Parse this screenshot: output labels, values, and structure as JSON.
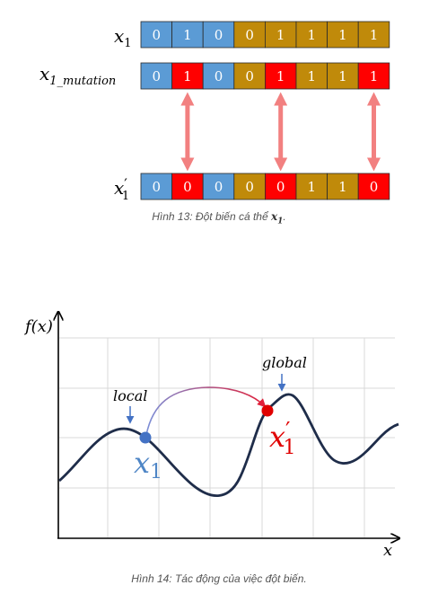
{
  "figure13": {
    "rows": [
      {
        "label_main": "x",
        "label_sub": "1",
        "label_suffix": "",
        "bits": [
          "0",
          "1",
          "0",
          "0",
          "1",
          "1",
          "1",
          "1"
        ],
        "colors": [
          "blue",
          "blue",
          "blue",
          "gold",
          "gold",
          "gold",
          "gold",
          "gold"
        ]
      },
      {
        "label_main": "x",
        "label_sub": "1_mutation",
        "label_suffix": "",
        "bits": [
          "0",
          "1",
          "0",
          "0",
          "1",
          "1",
          "1",
          "1"
        ],
        "colors": [
          "blue",
          "red",
          "blue",
          "gold",
          "red",
          "gold",
          "gold",
          "red"
        ]
      },
      {
        "label_main": "x",
        "label_sub": "1",
        "label_suffix": "′",
        "bits": [
          "0",
          "0",
          "0",
          "0",
          "0",
          "1",
          "1",
          "0"
        ],
        "colors": [
          "blue",
          "red",
          "blue",
          "gold",
          "red",
          "gold",
          "gold",
          "red"
        ]
      }
    ],
    "arrow_columns": [
      1,
      4,
      7
    ],
    "caption_text": "Hình 13: Đột biến cá thể ",
    "caption_math": "x",
    "caption_math_sub": "1",
    "caption_end": "."
  },
  "figure14": {
    "y_axis_label": "f(x)",
    "x_axis_label": "x",
    "local_label": "local",
    "global_label": "global",
    "point_x1_main": "x",
    "point_x1_sub": "1",
    "point_x1p_main": "x",
    "point_x1p_prime": "′",
    "point_x1p_sub": "1",
    "caption_text": "Hình 14: Tác động của việc đột biến."
  },
  "colors": {
    "blue": "#5b9bd5",
    "gold": "#c08a0a",
    "red": "#ff0000",
    "arrow": "#f28080",
    "curve": "#1f2d4a",
    "point_blue": "#4472c4",
    "point_red": "#e00000"
  }
}
